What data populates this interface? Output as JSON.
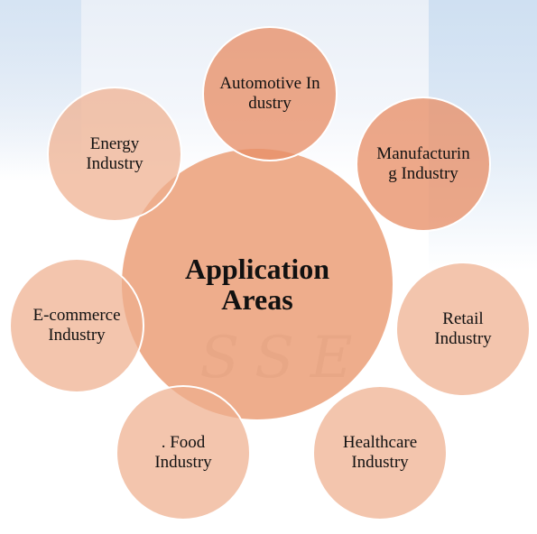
{
  "diagram": {
    "center_label": "Application Areas",
    "satellites": [
      {
        "label": "Automotive Industry"
      },
      {
        "label": "Manufacturing Industry"
      },
      {
        "label": "Retail Industry"
      },
      {
        "label": "Healthcare Industry"
      },
      {
        "label": ". Food Industry"
      },
      {
        "label": "E-commerce Industry"
      },
      {
        "label": "Energy Industry"
      }
    ],
    "watermark_text": "SSE"
  },
  "colors": {
    "center_fill": "#E9966B",
    "satellite_fill": "#EFAE8E",
    "satellite_border": "#FFFFFF",
    "text": "#111111"
  }
}
